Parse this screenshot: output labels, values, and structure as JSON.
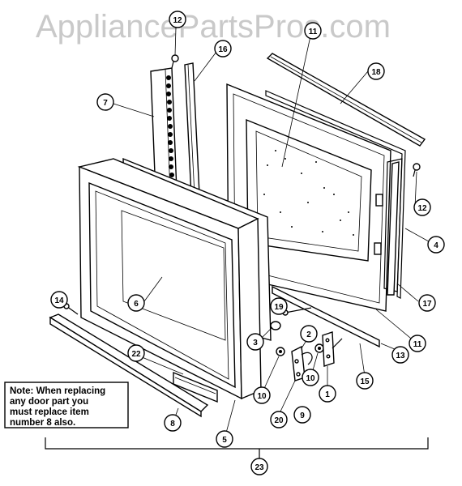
{
  "watermark": "AppliancePartsPros.com",
  "note": {
    "lines": [
      "Note:  When replacing",
      "any door part you",
      "must replace item",
      "number 8 also."
    ]
  },
  "callouts": {
    "c1": "1",
    "c2": "2",
    "c3": "3",
    "c4": "4",
    "c5": "5",
    "c6": "6",
    "c7": "7",
    "c8": "8",
    "c9": "9",
    "c10a": "10",
    "c10b": "10",
    "c11a": "11",
    "c11b": "11",
    "c12a": "12",
    "c12b": "12",
    "c13": "13",
    "c14": "14",
    "c15": "15",
    "c16": "16",
    "c17": "17",
    "c18": "18",
    "c19": "19",
    "c20": "20",
    "c22": "22",
    "c23": "23"
  }
}
